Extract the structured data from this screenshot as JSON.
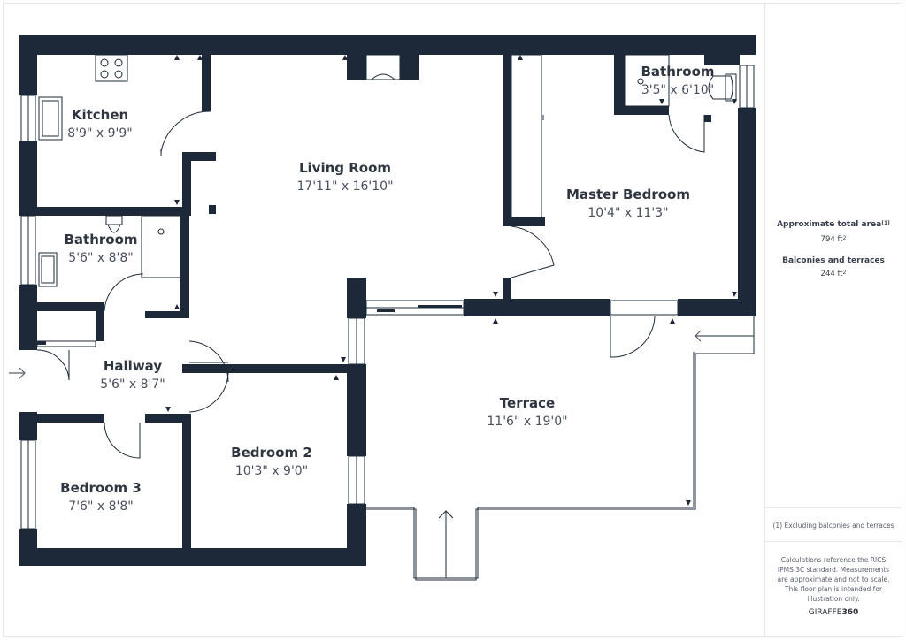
{
  "rooms": [
    {
      "key": "kitchen",
      "name": "Kitchen",
      "dims": "8'9\" x 9'9\""
    },
    {
      "key": "living-room",
      "name": "Living Room",
      "dims": "17'11\" x 16'10\""
    },
    {
      "key": "master-bedroom",
      "name": "Master Bedroom",
      "dims": "10'4\" x 11'3\""
    },
    {
      "key": "ensuite-bathroom",
      "name": "Bathroom",
      "dims": "3'5\" x 6'10\""
    },
    {
      "key": "bathroom",
      "name": "Bathroom",
      "dims": "5'6\" x 8'8\""
    },
    {
      "key": "hallway",
      "name": "Hallway",
      "dims": "5'6\" x 8'7\""
    },
    {
      "key": "bedroom-2",
      "name": "Bedroom 2",
      "dims": "10'3\" x 9'0\""
    },
    {
      "key": "bedroom-3",
      "name": "Bedroom 3",
      "dims": "7'6\" x 8'8\""
    },
    {
      "key": "terrace",
      "name": "Terrace",
      "dims": "11'6\" x 19'0\""
    }
  ],
  "sidebar": {
    "total_area_label": "Approximate total area",
    "total_area_marker": "(1)",
    "total_area_value": "794 ft",
    "balconies_label": "Balconies and terraces",
    "balconies_value": "244 ft",
    "area_unit_superscript": "2",
    "footnote": "(1) Excluding balconies and terraces",
    "disclaimer": "Calculations reference the RICS IPMS 3C standard. Measurements are approximate and not to scale. This floor plan is intended for illustration only.",
    "brand_light": "GIRAFFE",
    "brand_bold": "360"
  },
  "colors": {
    "wall": "#1d2939",
    "text_dark": "#2f3541",
    "frame": "#e6e7ea"
  }
}
